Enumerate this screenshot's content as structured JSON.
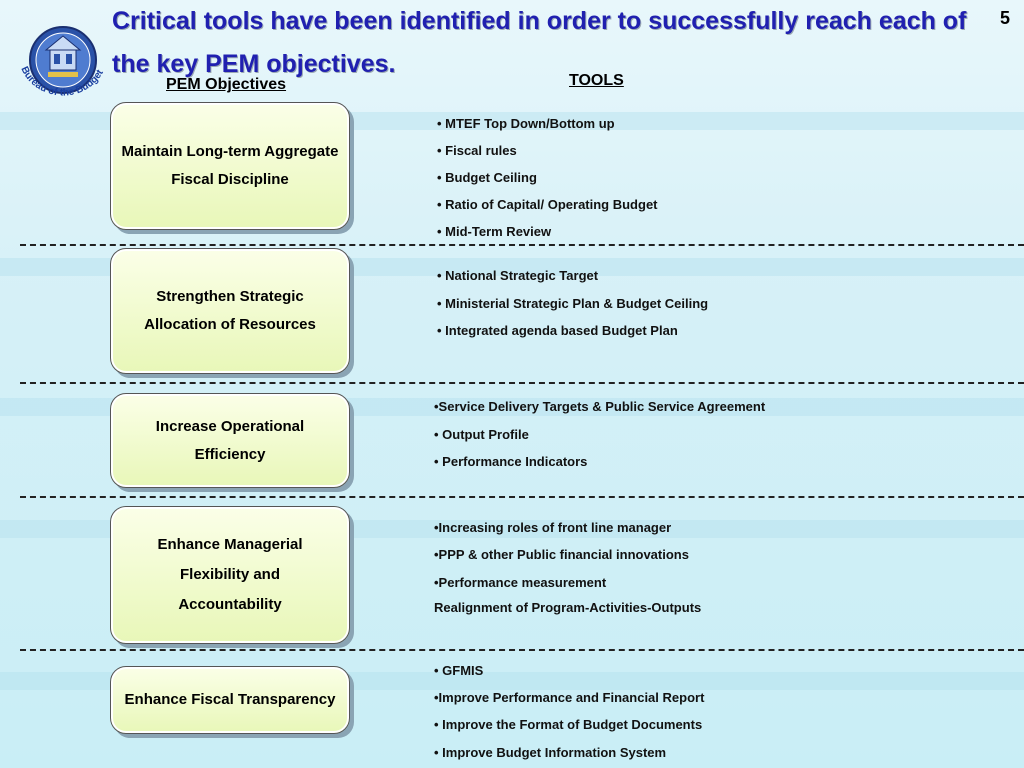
{
  "title": "Critical tools have been identified in order to successfully reach each of the key PEM objectives.",
  "page_number": "5",
  "logo_text": "Bureau of the Budget",
  "headers": {
    "objectives": "PEM Objectives",
    "tools": "TOOLS"
  },
  "objectives": [
    {
      "label": "Maintain Long-term Aggregate Fiscal Discipline"
    },
    {
      "label": "Strengthen Strategic Allocation of Resources"
    },
    {
      "label": "Increase Operational Efficiency"
    },
    {
      "label": "Enhance Managerial Flexibility and Accountability"
    },
    {
      "label": "Enhance Fiscal Transparency"
    }
  ],
  "tools": [
    [
      "•  MTEF Top Down/Bottom up",
      "•  Fiscal rules",
      "•  Budget Ceiling",
      "•  Ratio of Capital/ Operating Budget",
      "•  Mid-Term Review"
    ],
    [
      "• National Strategic Target",
      "• Ministerial Strategic Plan & Budget Ceiling",
      "• Integrated agenda based Budget Plan"
    ],
    [
      "•Service Delivery Targets & Public Service Agreement",
      "• Output Profile",
      "• Performance Indicators"
    ],
    [
      "•Increasing roles of front line manager",
      "•PPP & other Public financial innovations",
      "•Performance measurement",
      " Realignment of Program-Activities-Outputs"
    ],
    [
      "• GFMIS",
      "•Improve Performance and Financial Report",
      "• Improve the Format of Budget Documents",
      "• Improve Budget Information System"
    ]
  ],
  "colors": {
    "title": "#2020b0",
    "box_fill": "#eef9c8",
    "background": "#d5f0f7"
  }
}
